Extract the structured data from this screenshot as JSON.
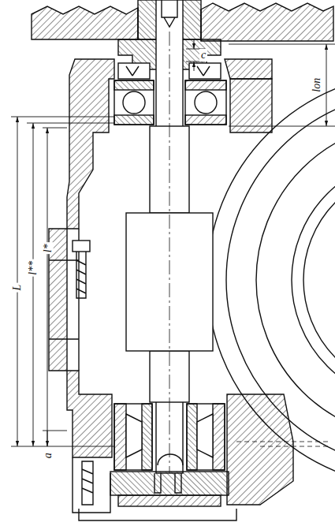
{
  "diagram": {
    "labels": [
      "lоп",
      "c",
      "L",
      "l**",
      "l*",
      "a"
    ]
  }
}
